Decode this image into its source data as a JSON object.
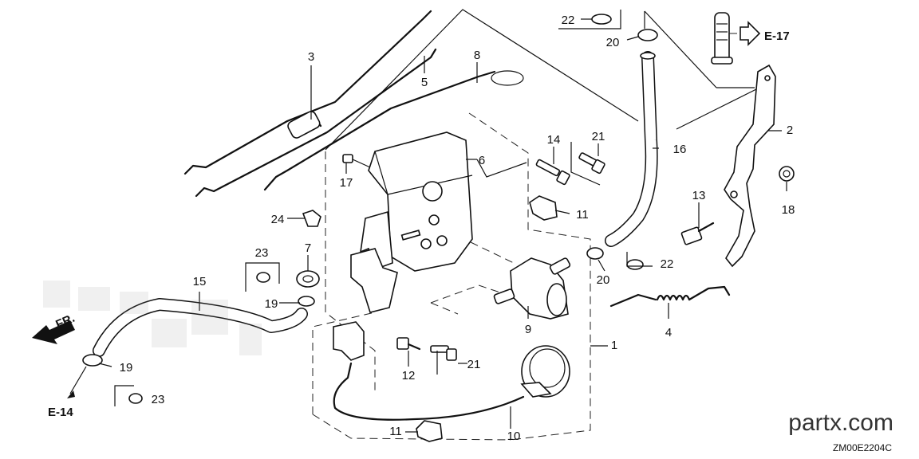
{
  "callouts": [
    {
      "id": "c1",
      "label": "1"
    },
    {
      "id": "c2",
      "label": "2"
    },
    {
      "id": "c3",
      "label": "3"
    },
    {
      "id": "c4",
      "label": "4"
    },
    {
      "id": "c5",
      "label": "5"
    },
    {
      "id": "c6",
      "label": "6"
    },
    {
      "id": "c7",
      "label": "7"
    },
    {
      "id": "c8",
      "label": "8"
    },
    {
      "id": "c9",
      "label": "9"
    },
    {
      "id": "c10",
      "label": "10"
    },
    {
      "id": "c11a",
      "label": "11"
    },
    {
      "id": "c11b",
      "label": "11"
    },
    {
      "id": "c12",
      "label": "12"
    },
    {
      "id": "c13",
      "label": "13"
    },
    {
      "id": "c14",
      "label": "14"
    },
    {
      "id": "c15",
      "label": "15"
    },
    {
      "id": "c16",
      "label": "16"
    },
    {
      "id": "c17",
      "label": "17"
    },
    {
      "id": "c18",
      "label": "18"
    },
    {
      "id": "c19a",
      "label": "19"
    },
    {
      "id": "c19b",
      "label": "19"
    },
    {
      "id": "c20a",
      "label": "20"
    },
    {
      "id": "c20b",
      "label": "20"
    },
    {
      "id": "c21a",
      "label": "21"
    },
    {
      "id": "c21b",
      "label": "21"
    },
    {
      "id": "c22a",
      "label": "22"
    },
    {
      "id": "c22b",
      "label": "22"
    },
    {
      "id": "c23a",
      "label": "23"
    },
    {
      "id": "c23b",
      "label": "23"
    },
    {
      "id": "c24",
      "label": "24"
    }
  ],
  "references": {
    "e17": "E-17",
    "e14": "E-14",
    "front": "FR."
  },
  "footer": {
    "brand": "partx.com",
    "code": "ZM00E2204C"
  }
}
